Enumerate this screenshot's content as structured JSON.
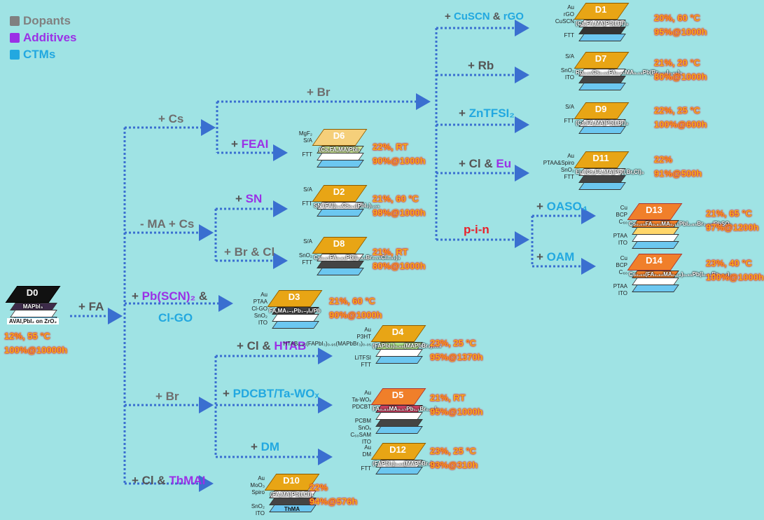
{
  "legend": [
    {
      "label": "Dopants",
      "color": "#808080"
    },
    {
      "label": "Additives",
      "color": "#9b30e6"
    },
    {
      "label": "CTMs",
      "color": "#22a8e0"
    }
  ],
  "colors": {
    "arrow": "#3a6fd0",
    "result_fill": "#f2b21c",
    "result_outline": "#e8212b"
  },
  "edges": {
    "fa": [
      {
        "t": "+ FA",
        "c": "d"
      }
    ],
    "cs": [
      {
        "t": "+ Cs",
        "c": "g"
      }
    ],
    "feai": [
      {
        "t": "+ ",
        "c": "d"
      },
      {
        "t": "FEAI",
        "c": "p"
      }
    ],
    "br_top": [
      {
        "t": "+ Br",
        "c": "g"
      }
    ],
    "cuscn": [
      {
        "t": "+ ",
        "c": "d"
      },
      {
        "t": "CuSCN",
        "c": "b"
      },
      {
        "t": " & ",
        "c": "d"
      },
      {
        "t": "rGO",
        "c": "b"
      }
    ],
    "rb": [
      {
        "t": "+ Rb",
        "c": "d"
      }
    ],
    "znt": [
      {
        "t": "+ ",
        "c": "d"
      },
      {
        "t": "ZnTFSI₂",
        "c": "b"
      }
    ],
    "cleu": [
      {
        "t": "+ Cl & ",
        "c": "d"
      },
      {
        "t": "Eu",
        "c": "p"
      }
    ],
    "pin": [
      {
        "t": "p-i-n",
        "c": "r"
      }
    ],
    "oaso": [
      {
        "t": "+ ",
        "c": "d"
      },
      {
        "t": "OASO₄",
        "c": "b"
      }
    ],
    "oam": [
      {
        "t": "+ ",
        "c": "d"
      },
      {
        "t": "OAM",
        "c": "b"
      }
    ],
    "macs": [
      {
        "t": "- MA + Cs",
        "c": "g"
      }
    ],
    "sn": [
      {
        "t": "+ ",
        "c": "d"
      },
      {
        "t": "SN",
        "c": "p"
      }
    ],
    "brcl": [
      {
        "t": "+ Br & Cl",
        "c": "g"
      }
    ],
    "pbscn": [
      {
        "t": "+ ",
        "c": "d"
      },
      {
        "t": "Pb(SCN)₂",
        "c": "p"
      },
      {
        "t": " &",
        "c": "d"
      }
    ],
    "clgo": [
      {
        "t": "Cl-GO",
        "c": "b"
      }
    ],
    "br_mid": [
      {
        "t": "+ Br",
        "c": "g"
      }
    ],
    "clhtab": [
      {
        "t": "+ Cl & ",
        "c": "d"
      },
      {
        "t": "HTAB",
        "c": "p"
      }
    ],
    "pdcbt": [
      {
        "t": "+ ",
        "c": "d"
      },
      {
        "t": "PDCBT/Ta-WOₓ",
        "c": "b"
      }
    ],
    "dm": [
      {
        "t": "+ ",
        "c": "d"
      },
      {
        "t": "DM",
        "c": "b"
      }
    ],
    "clthmai": [
      {
        "t": "+ Cl & ",
        "c": "d"
      },
      {
        "t": "ThMAI",
        "c": "p"
      }
    ]
  },
  "devices": {
    "D0": {
      "name": "D0",
      "comp": "MAPbI₃",
      "layers": "",
      "res1": "12%, 55 °C",
      "res2": "100%@10000h",
      "sub": "AVAI,PbI₂ on ZrO₂"
    },
    "D1": {
      "name": "D1",
      "comp": "(Cs,FA,MA)Pb(I,Br)₃",
      "layers": "Au\nrGO\nCuSCN\n\nFTT",
      "res1": "20%, 60 °C",
      "res2": "95%@1000h"
    },
    "D7": {
      "name": "D7",
      "comp": "Rb₀.₀₅Cs₀.₀₅FA₀.₈₅MA₀.₁₅Pb(Br₀.₁₅I₀.₈₅)₃",
      "layers": "S/A\n\nSnO₂\nITO",
      "res1": "21%, 20 °C",
      "res2": "80%@1000h"
    },
    "D9": {
      "name": "D9",
      "comp": "(Cs,FA,MA)Pb(I,Br)₃",
      "layers": "S/A\n\nFTT",
      "res1": "22%, 25 °C",
      "res2": "100%@600h"
    },
    "D11": {
      "name": "D11",
      "comp": "Eu (Cs,FA,MA)Pb(I,Br,Cl)₃",
      "layers": "Au\nPTAA&Spiro\nSnO₂\nFTT",
      "res1": "22%",
      "res2": "91%@500h"
    },
    "D6": {
      "name": "D6",
      "comp": "(Cs,FA,MA)PbI₃",
      "layers": "MgF₂\nS/A\n\nFTT",
      "res1": "22%, RT",
      "res2": "90%@1000h"
    },
    "D2": {
      "name": "D2",
      "comp": "SN (FAI)₀.₉Cs₀.₁(PbI₂)₁.₀₅",
      "layers": "S/A\n\nFTT",
      "res1": "21%, 60 °C",
      "res2": "98%@1000h"
    },
    "D8": {
      "name": "D8",
      "comp": "Cs₀.₁₇FA₀.₈₃Pb(I₀.₈₃Br₀.₁₅Cl₀.₀₂)₃",
      "layers": "S/A\n\nSnO₂\nFTT",
      "res1": "21%, RT",
      "res2": "80%@1000h"
    },
    "D13": {
      "name": "D13",
      "comp": "Cs₀.₀₅FA₀.₈₁MA₀.₁₄PbI₂.₅₅Br₀.₄₅/PbSO₄",
      "layers": "Cu\nBCP\nC₆₀\n\nPTAA\nITO",
      "res1": "21%, 65 °C",
      "res2": "97%@1200h"
    },
    "D14": {
      "name": "D14",
      "comp": "Cs₀.₀₅(FA₀.₉₂MA₀.₀₈)₀.₉₅Pb(I₀.₉₂Br₀.₀₈)₃",
      "layers": "Cu\nBCP\nC₆₀\n\nPTAA\nITO",
      "res1": "23%, 40 °C",
      "res2": "100%@1000h"
    },
    "D3": {
      "name": "D3",
      "comp": "FA,MA₁₋ₓPb₁₋ᵧIₓ/Pb",
      "layers": "Au\nPTAA\nCl-GO\nSnO₂\nITO",
      "res1": "21%, 60 °C",
      "res2": "90%@1000h"
    },
    "D4": {
      "name": "D4",
      "comp": "(FAPbI₃)₀.₉₅(MAPbBr₃)₀.₀₅",
      "layers": "Au\nP3HT\nHTAB₀.₉₅(FAPbI₃)₀.₉₅(MAPbBr₃)₀.₀₅\n\nLiTFSI\nFTT",
      "res1": "23%, 25 °C",
      "res2": "95%@1370h"
    },
    "D5": {
      "name": "D5",
      "comp": "FA₀.₈₃MA₀.₁₇Pb₁.₁Br₀.₅₁I₃",
      "layers": "Au\nTa-WOₓ\nPDCBT\n\nPCBM\nSnOₓ\nC₆₀SAM\nITO",
      "res1": "21%, RT",
      "res2": "95%@1000h"
    },
    "D12": {
      "name": "D12",
      "comp": "(FAPbI₃)₀.₉₅(MAPbBr₃)₀.₀₅",
      "layers": "Au\nDM\n\nFTT",
      "res1": "23%, 25 °C",
      "res2": "93%@310h"
    },
    "D10": {
      "name": "D10",
      "comp": "(FA,MA)Pb(I,Cl)₃",
      "layers": "Au\nMoO₃\nSpiro\n\nSnO₂\nITO",
      "res1": "22%",
      "res2": "94%@576h",
      "sub": "ThMA"
    }
  }
}
